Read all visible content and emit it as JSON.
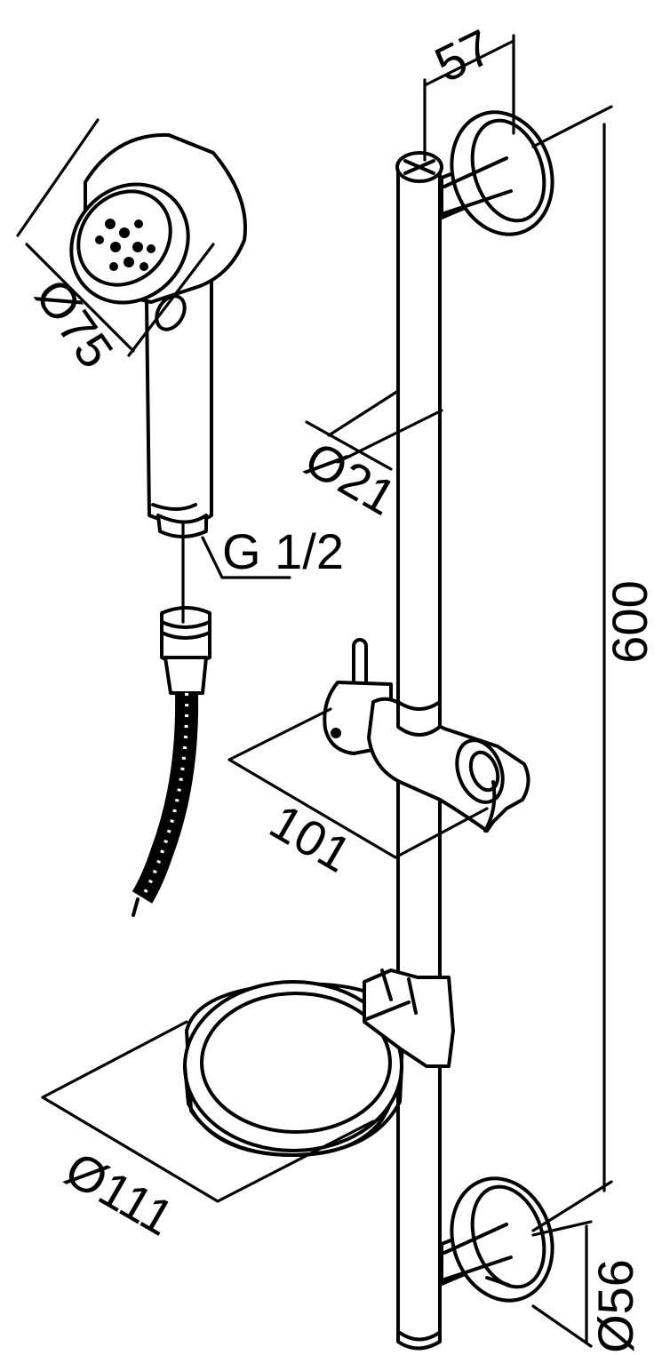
{
  "diagram": {
    "dimensions": {
      "rail_offset": "57",
      "head_diameter": "Ø75",
      "rail_diameter": "Ø21",
      "thread": "G 1/2",
      "rail_length": "600",
      "holder_depth": "101",
      "dish_diameter": "Ø111",
      "bracket_diameter": "Ø56"
    },
    "colors": {
      "line": "#000000",
      "background": "#ffffff"
    }
  }
}
